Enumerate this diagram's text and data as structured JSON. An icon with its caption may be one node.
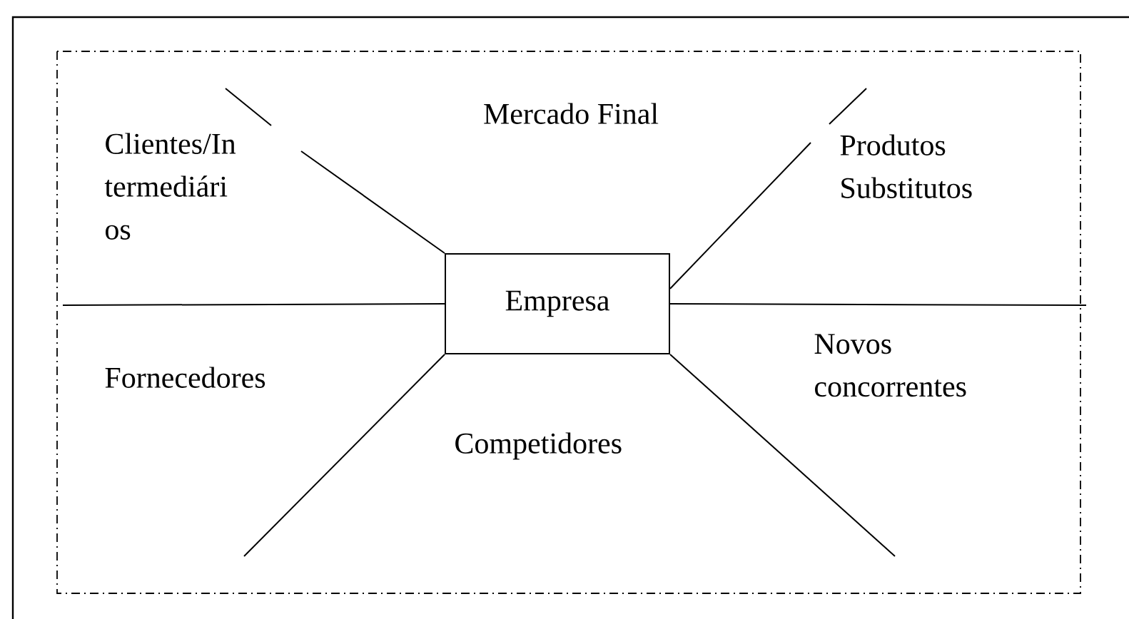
{
  "diagram": {
    "nodes": [
      {
        "text": [
          "Empresa"
        ]
      }
    ],
    "labels": [
      "Mercado Final",
      "Clientes/In termediári os",
      "Produtos Substitutos",
      "Novos concorrentes",
      "Fornecedores",
      "Competidores"
    ]
  }
}
